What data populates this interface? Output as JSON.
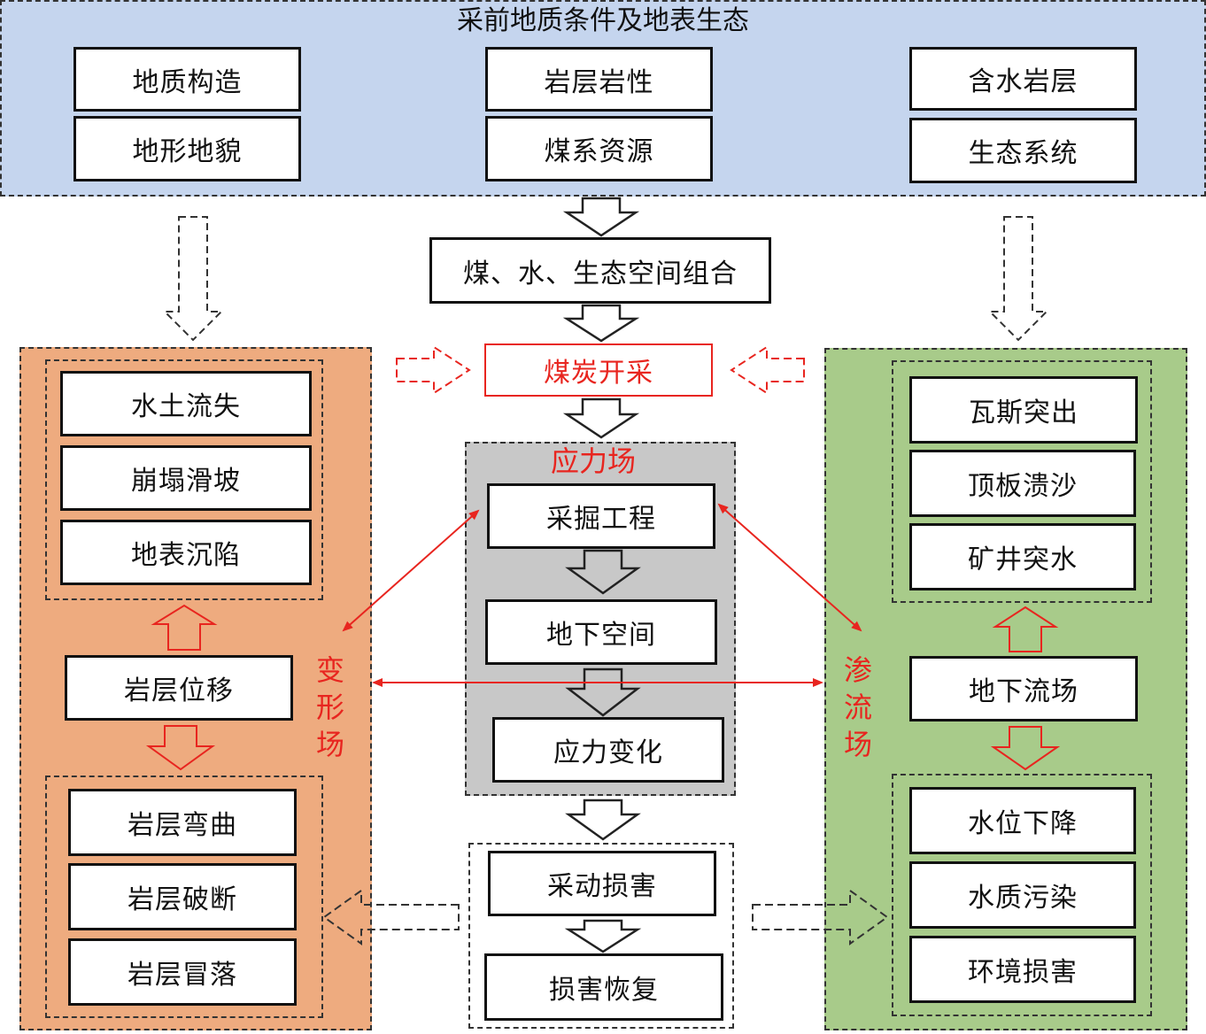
{
  "top": {
    "title": "采前地质条件及地表生态",
    "items": [
      "地质构造",
      "地形地貌",
      "岩层岩性",
      "煤系资源",
      "含水岩层",
      "生态系统"
    ]
  },
  "center": {
    "combo": "煤、水、生态空间组合",
    "mining": "煤炭开采",
    "stress_label": "应力场",
    "stress_items": [
      "采掘工程",
      "地下空间",
      "应力变化"
    ],
    "damage_items": [
      "采动损害",
      "损害恢复"
    ]
  },
  "left": {
    "top_items": [
      "水土流失",
      "崩塌滑坡",
      "地表沉陷"
    ],
    "mid_item": "岩层位移",
    "bottom_items": [
      "岩层弯曲",
      "岩层破断",
      "岩层冒落"
    ],
    "label": "变形场"
  },
  "right": {
    "top_items": [
      "瓦斯突出",
      "顶板溃沙",
      "矿井突水"
    ],
    "mid_item": "地下流场",
    "bottom_items": [
      "水位下降",
      "水质污染",
      "环境损害"
    ],
    "label": "渗流场"
  },
  "colors": {
    "top_panel": "#c5d5ee",
    "left_panel": "#eeab7f",
    "right_panel": "#a8cb8a",
    "center_panel": "#c8c8c8",
    "red": "#e8251f"
  }
}
